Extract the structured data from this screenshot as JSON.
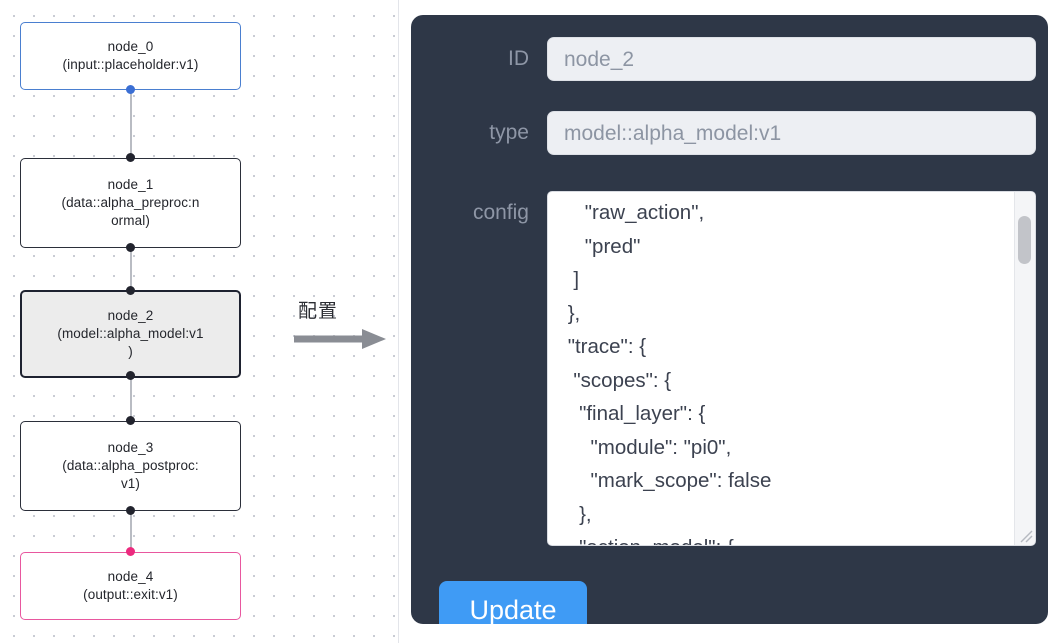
{
  "graph": {
    "nodes": [
      {
        "id": "node_0",
        "label": "node_0\n(input::placeholder:v1)",
        "style": "input"
      },
      {
        "id": "node_1",
        "label": "node_1\n(data::alpha_preproc:n\normal)",
        "style": "default"
      },
      {
        "id": "node_2",
        "label": "node_2\n(model::alpha_model:v1\n)",
        "style": "selected"
      },
      {
        "id": "node_3",
        "label": "node_3\n(data::alpha_postproc:\nv1)",
        "style": "default"
      },
      {
        "id": "node_4",
        "label": "node_4\n(output::exit:v1)",
        "style": "output"
      }
    ],
    "colors": {
      "input_border": "#4a7fd0",
      "default_border": "#2b2f3a",
      "selected_border": "#1e2230",
      "selected_fill": "#ececec",
      "output_border": "#e8579f",
      "edge": "#b9bcc3",
      "port": "#22242e",
      "port_source": "#3b6fd4",
      "port_target": "#ec2a7e"
    }
  },
  "annotation": {
    "label": "配置",
    "arrow_color": "#8a8d94"
  },
  "panel": {
    "background": "#2e3747",
    "fields": [
      {
        "key": "id",
        "label": "ID",
        "value": "node_2"
      },
      {
        "key": "type",
        "label": "type",
        "value": "model::alpha_model:v1"
      },
      {
        "key": "config",
        "label": "config"
      }
    ],
    "config_value": "    \"raw_action\",\n    \"pred\"\n  ]\n },\n \"trace\": {\n  \"scopes\": {\n   \"final_layer\": {\n     \"module\": \"pi0\",\n     \"mark_scope\": false\n   },\n   \"action_model\": {",
    "update_label": "Update",
    "update_color": "#3f9bf5"
  }
}
